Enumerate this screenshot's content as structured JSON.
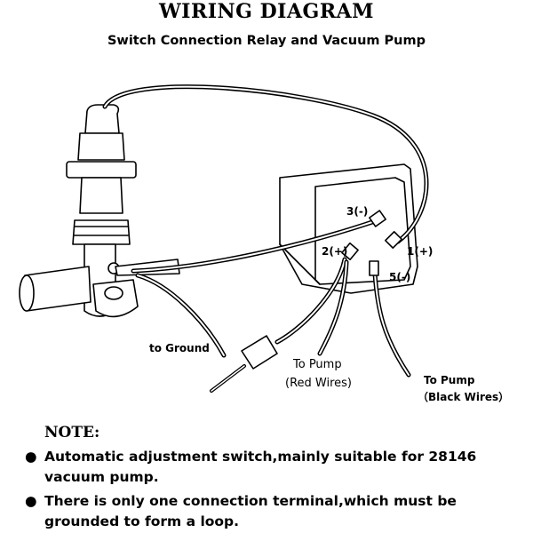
{
  "title": "WIRING DIAGRAM",
  "subtitle": "Switch Connection Relay and Vacuum Pump",
  "diagram": {
    "terminals": {
      "t3": "3(-)",
      "t2": "2(+)",
      "t1": "1(+)",
      "t5": "5(-)"
    },
    "ground_label": "to Ground",
    "red_label_1": "To Pump",
    "red_label_2": "(Red Wires)",
    "black_label_1": "To Pump",
    "black_label_2": "（Black Wires）"
  },
  "note": {
    "heading": "NOTE:",
    "items": [
      "Automatic adjustment switch,mainly suitable for 28146 vacuum pump.",
      "There is only one connection terminal,which must be grounded to form a loop."
    ]
  }
}
